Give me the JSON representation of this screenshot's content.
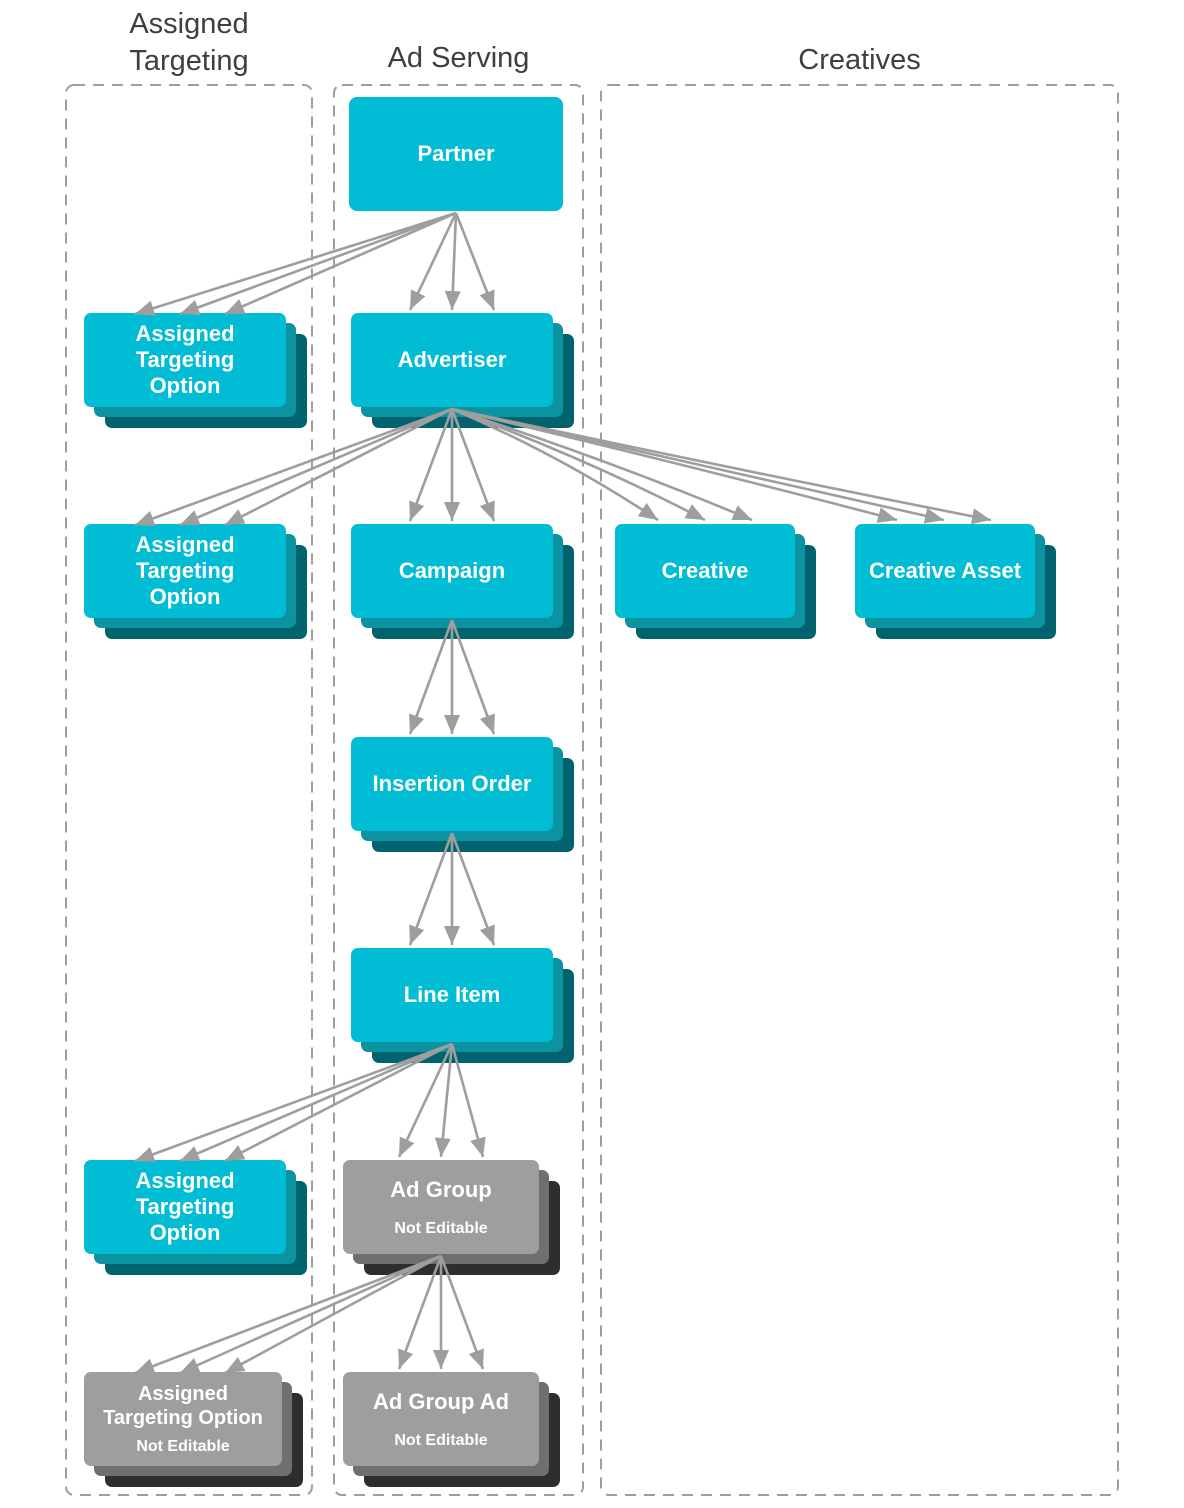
{
  "columns": [
    {
      "id": "assigned-targeting",
      "title": "Assigned\nTargeting"
    },
    {
      "id": "ad-serving",
      "title": "Ad Serving"
    },
    {
      "id": "creatives",
      "title": "Creatives"
    }
  ],
  "nodes": {
    "partner": {
      "label": "Partner"
    },
    "assigned_targeting_option_partner": {
      "label": "Assigned\nTargeting\nOption"
    },
    "advertiser": {
      "label": "Advertiser"
    },
    "assigned_targeting_option_advertiser": {
      "label": "Assigned\nTargeting\nOption"
    },
    "campaign": {
      "label": "Campaign"
    },
    "creative": {
      "label": "Creative"
    },
    "creative_asset": {
      "label": "Creative Asset"
    },
    "insertion_order": {
      "label": "Insertion Order"
    },
    "line_item": {
      "label": "Line Item"
    },
    "assigned_targeting_option_line_item": {
      "label": "Assigned\nTargeting\nOption"
    },
    "ad_group": {
      "label": "Ad Group",
      "sublabel": "Not Editable"
    },
    "assigned_targeting_option_ad_group": {
      "label": "Assigned\nTargeting Option",
      "sublabel": "Not Editable"
    },
    "ad_group_ad": {
      "label": "Ad Group Ad",
      "sublabel": "Not Editable"
    }
  },
  "edges": [
    {
      "from": "Partner",
      "to": "Advertiser"
    },
    {
      "from": "Partner",
      "to": "Assigned Targeting Option"
    },
    {
      "from": "Advertiser",
      "to": "Assigned Targeting Option"
    },
    {
      "from": "Advertiser",
      "to": "Campaign"
    },
    {
      "from": "Advertiser",
      "to": "Creative"
    },
    {
      "from": "Advertiser",
      "to": "Creative Asset"
    },
    {
      "from": "Campaign",
      "to": "Insertion Order"
    },
    {
      "from": "Insertion Order",
      "to": "Line Item"
    },
    {
      "from": "Line Item",
      "to": "Assigned Targeting Option"
    },
    {
      "from": "Line Item",
      "to": "Ad Group"
    },
    {
      "from": "Ad Group",
      "to": "Assigned Targeting Option (Not Editable)"
    },
    {
      "from": "Ad Group",
      "to": "Ad Group Ad"
    }
  ],
  "colors": {
    "editable_fill": "#00BCD4",
    "editable_shadow_mid": "#0B93A1",
    "editable_shadow_dark": "#00636D",
    "not_editable_fill": "#9E9E9E",
    "not_editable_shadow_mid": "#6F6F6F",
    "not_editable_shadow_dark": "#2E2E2E",
    "arrow": "#9E9E9E",
    "column_border": "#9E9E9E",
    "title_text": "#3C4043",
    "node_text": "#FFFFFF"
  }
}
